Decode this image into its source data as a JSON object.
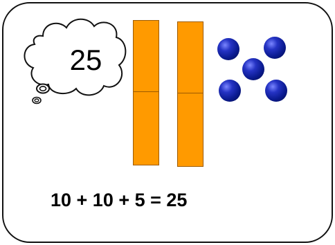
{
  "thought_bubble": {
    "number": "25"
  },
  "ten_rods": {
    "count": 2,
    "color": "#ff9a00"
  },
  "ones_dots": {
    "count": 5,
    "color": "#0a1a8f"
  },
  "equation": {
    "text": "10 + 10 + 5 = 25"
  }
}
